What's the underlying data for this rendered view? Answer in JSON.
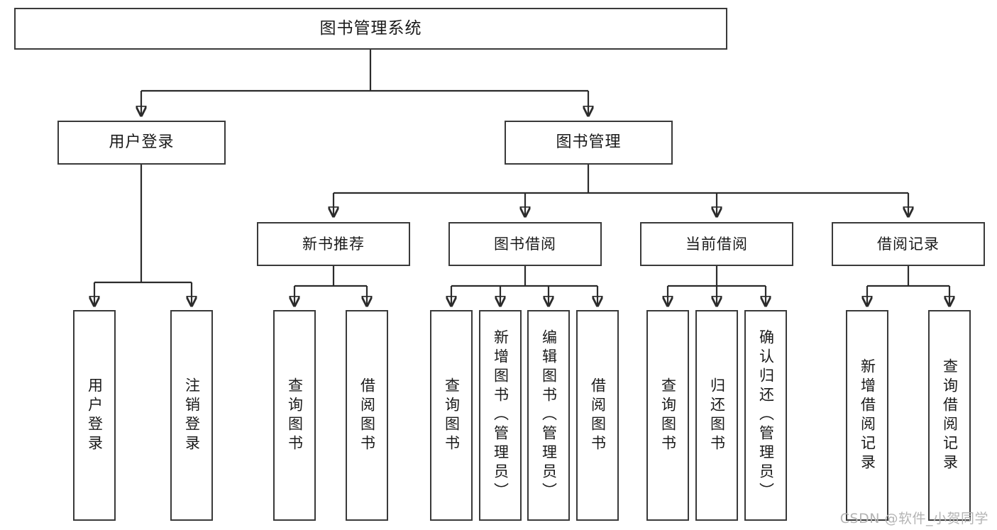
{
  "diagram": {
    "title": "图书管理系统",
    "watermark": "CSDN @软件_小贺同学",
    "colors": {
      "background": "#ffffff",
      "box_border": "#3a3a3a",
      "connector": "#2b2b2b",
      "text": "#1a1a1a",
      "watermark": "#b4b4b4"
    },
    "root": {
      "label": "图书管理系统"
    },
    "level2": [
      {
        "label": "用户登录"
      },
      {
        "label": "图书管理"
      }
    ],
    "level3": [
      {
        "label": "新书推荐"
      },
      {
        "label": "图书借阅"
      },
      {
        "label": "当前借阅"
      },
      {
        "label": "借阅记录"
      }
    ],
    "leaves": {
      "user_login": [
        {
          "label": "用户登录"
        },
        {
          "label": "注销登录"
        }
      ],
      "new_book_recommend": [
        {
          "label": "查询图书"
        },
        {
          "label": "借阅图书"
        }
      ],
      "book_borrow": [
        {
          "label": "查询图书"
        },
        {
          "label": "新增图书（管理员）"
        },
        {
          "label": "编辑图书（管理员）"
        },
        {
          "label": "借阅图书"
        }
      ],
      "current_borrow": [
        {
          "label": "查询图书"
        },
        {
          "label": "归还图书"
        },
        {
          "label": "确认归还（管理员）"
        }
      ],
      "borrow_record": [
        {
          "label": "新增借阅记录"
        },
        {
          "label": "查询借阅记录"
        }
      ]
    }
  }
}
